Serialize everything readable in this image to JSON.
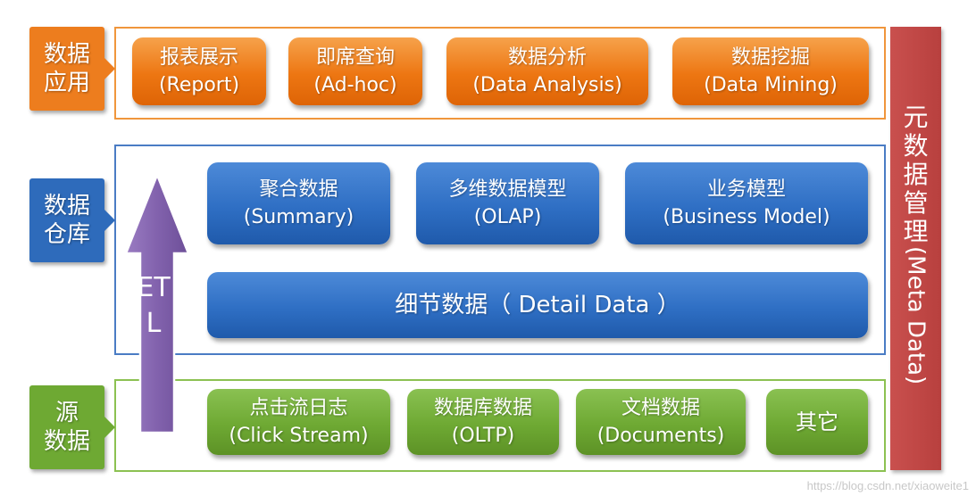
{
  "colors": {
    "orange": "#ed7612",
    "blue": "#2f6fc4",
    "green": "#6ea933",
    "red": "#c0504d",
    "purple": "#8060a8"
  },
  "application": {
    "label_line1": "数据",
    "label_line2": "应用",
    "boxes": [
      {
        "cn": "报表展示",
        "en": "(Report)"
      },
      {
        "cn": "即席查询",
        "en": "(Ad-hoc)"
      },
      {
        "cn": "数据分析",
        "en": "(Data Analysis)"
      },
      {
        "cn": "数据挖掘",
        "en": "(Data Mining)"
      }
    ]
  },
  "warehouse": {
    "label_line1": "数据",
    "label_line2": "仓库",
    "boxes": [
      {
        "cn": "聚合数据",
        "en": "(Summary)"
      },
      {
        "cn": "多维数据模型",
        "en": "(OLAP)"
      },
      {
        "cn": "业务模型",
        "en": "(Business Model)"
      }
    ],
    "detail": "细节数据（ Detail Data ）"
  },
  "source": {
    "label_line1": "源",
    "label_line2": "数据",
    "boxes": [
      {
        "cn": "点击流日志",
        "en": "(Click Stream)"
      },
      {
        "cn": "数据库数据",
        "en": "(OLTP)"
      },
      {
        "cn": "文档数据",
        "en": "(Documents)"
      },
      {
        "cn": "其它",
        "en": ""
      }
    ]
  },
  "etl": "ETL",
  "meta": {
    "cn": "元数据管理",
    "en": "(Meta Data)"
  },
  "watermark": "https://blog.csdn.net/xiaoweite1"
}
